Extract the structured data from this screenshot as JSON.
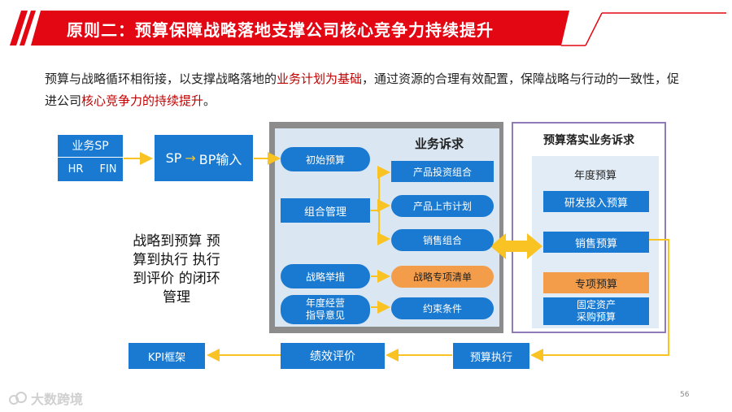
{
  "header": {
    "title": "原则二：预算保障战略落地支撑公司核心竞争力持续提升",
    "accent_color": "#e30613"
  },
  "intro": {
    "p1": "预算与战略循环相衔接，以支撑战略落地的",
    "h1": "业务计划为基础",
    "p2": "，通过资源的合理有效配置，保障战略与行动的一致性，促进公司",
    "h2": "核心竞争力的持续提升",
    "p3": "。"
  },
  "left": {
    "sp_title": "业务SP",
    "sp_hr": "HR",
    "sp_fin": "FIN",
    "sp_bp_a": "SP",
    "sp_bp_b": "BP输入",
    "closed_loop": "战略到预算 预算到执行 执行到评价 的闭环管理"
  },
  "business": {
    "title": "业务诉求",
    "initial_budget": "初始预算",
    "portfolio_mgmt": "组合管理",
    "strategic_measures": "战略举措",
    "annual_guidance": "年度经营 指导意见",
    "product_portfolio": "产品投资组合",
    "product_launch": "产品上市计划",
    "sales_portfolio": "销售组合",
    "strategic_list": "战略专项清单",
    "constraints": "约束条件"
  },
  "budget": {
    "title": "预算落实业务诉求",
    "annual_budget": "年度预算",
    "rd_budget": "研发投入预算",
    "sales_budget": "销售预算",
    "special_budget": "专项预算",
    "fixed_assets": "固定资产 采购预算"
  },
  "bottom": {
    "kpi": "KPI框架",
    "performance": "绩效评价",
    "execution": "预算执行"
  },
  "footer": {
    "page_number": "56",
    "watermark": "大数跨境"
  },
  "colors": {
    "blue": "#1a7ad1",
    "orange": "#f39c4a",
    "yellow": "#f8c323",
    "panel_gray": "#8c8c8c"
  }
}
